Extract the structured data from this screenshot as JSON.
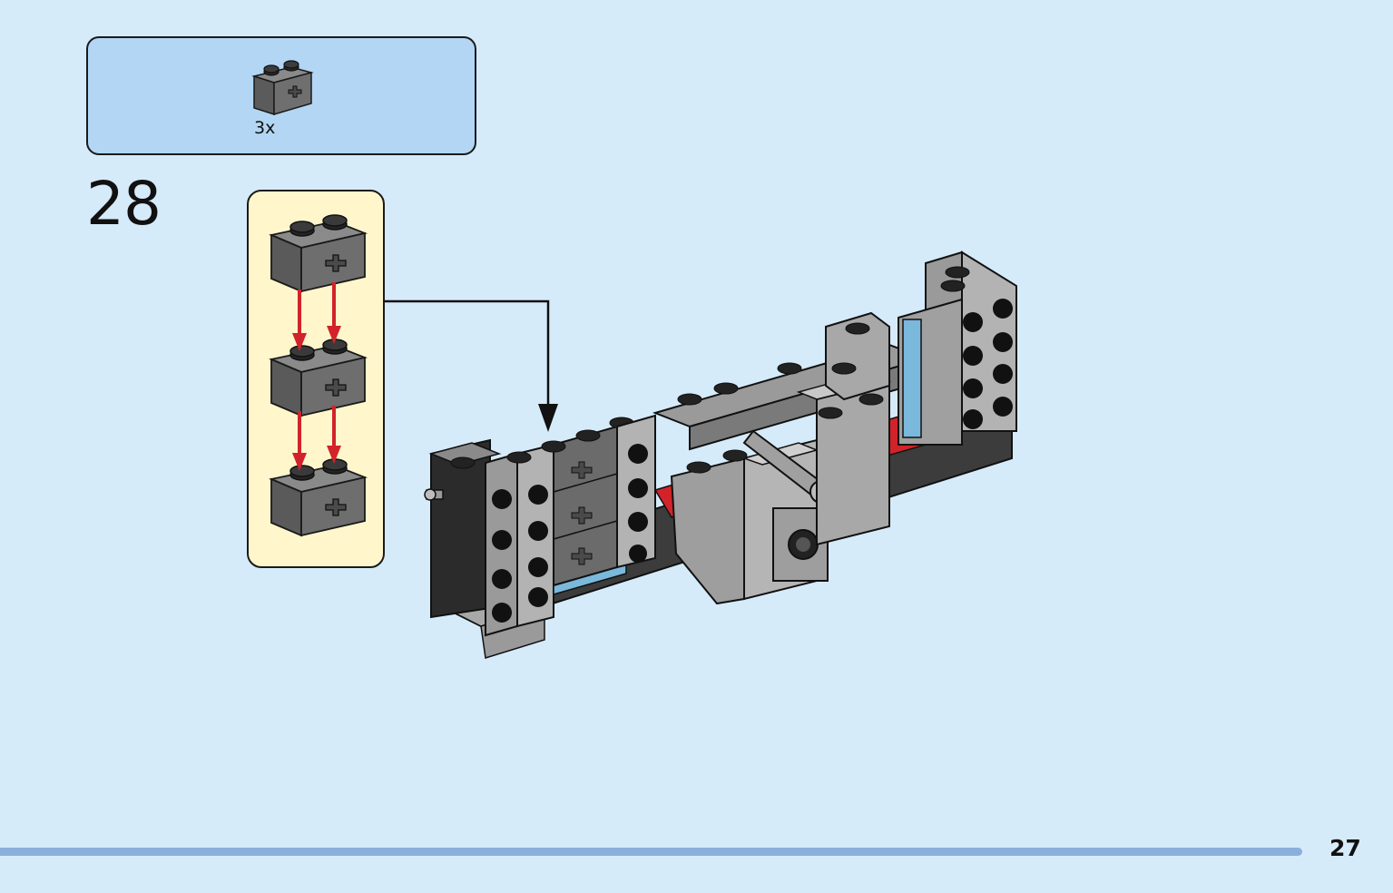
{
  "parts_list": {
    "items": [
      {
        "quantity": "3x",
        "part_icon": "technic-brick-1x2-axle-hole-dark-gray",
        "color": "#6b6b6b"
      }
    ]
  },
  "step": {
    "number": "28"
  },
  "subassembly": {
    "bricks": [
      "technic-brick-1x2-axle-hole",
      "technic-brick-1x2-axle-hole",
      "technic-brick-1x2-axle-hole"
    ],
    "arrow_color": "#d2232a"
  },
  "colors": {
    "page_background": "#d6ebfa",
    "parts_box": "#b2d6f4",
    "subassembly_box": "#fff6cc",
    "dark_gray": "#6b6b6b",
    "light_gray": "#a3a3a3",
    "red": "#d2232a",
    "footer_bar": "#8aafdb"
  },
  "page": {
    "number": "27"
  }
}
